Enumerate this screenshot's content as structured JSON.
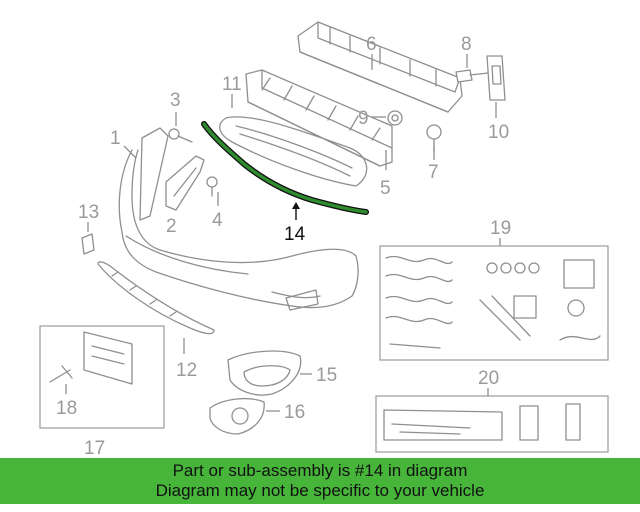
{
  "callouts": {
    "c1": "1",
    "c2": "2",
    "c3": "3",
    "c4": "4",
    "c5": "5",
    "c6": "6",
    "c7": "7",
    "c8": "8",
    "c9": "9",
    "c10": "10",
    "c11": "11",
    "c12": "12",
    "c13": "13",
    "c14": "14",
    "c15": "15",
    "c16": "16",
    "c17": "17",
    "c18": "18",
    "c19": "19",
    "c20": "20"
  },
  "colors": {
    "highlight_part": "#2e8b2e",
    "banner_background": "#46b53a",
    "line_art": "#8f8f8f"
  },
  "banner": {
    "line1": "Part or sub-assembly is #14 in diagram",
    "line2": "Diagram may not be specific to your vehicle"
  }
}
